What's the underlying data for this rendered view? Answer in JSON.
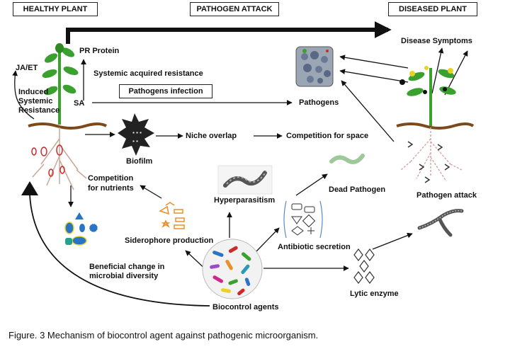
{
  "headers": {
    "healthy": "HEALTHY PLANT",
    "attack": "PATHOGEN ATTACK",
    "diseased": "DISEASED PLANT"
  },
  "labels": {
    "pr_protein": "PR Protein",
    "disease_symptoms": "Disease Symptoms",
    "ja_et": "JA/ET",
    "induced": "Induced",
    "systemic": "Systemic",
    "resistance": "Resistance",
    "sar": "Systemic acquired resistance",
    "sa": "SA",
    "pathogens_infection": "Pathogens infection",
    "pathogens": "Pathogens",
    "biofilm": "Biofilm",
    "niche_overlap": "Niche overlap",
    "competition_space": "Competition for space",
    "competition_nutrients_1": "Competition",
    "competition_nutrients_2": "for nutrients",
    "hyperparasitism": "Hyperparasitism",
    "dead_pathogen": "Dead Pathogen",
    "pathogen_attack": "Pathogen attack",
    "siderophore": "Siderophore production",
    "antibiotic": "Antibiotic secretion",
    "beneficial_1": "Beneficial change in",
    "beneficial_2": "microbial diversity",
    "lytic": "Lytic enzyme",
    "biocontrol": "Biocontrol agents"
  },
  "caption": {
    "text": "Figure. 3 Mechanism of biocontrol agent against pathogenic microorganism."
  },
  "colors": {
    "soil": "#7a4a1c",
    "leaf": "#3aa02e",
    "root": "#c8a898",
    "nodule": "#cc2a2a",
    "siderophore": "#e8902a",
    "bacteria_blue": "#2a74c8",
    "dead_pathogen": "#9fc89a"
  }
}
